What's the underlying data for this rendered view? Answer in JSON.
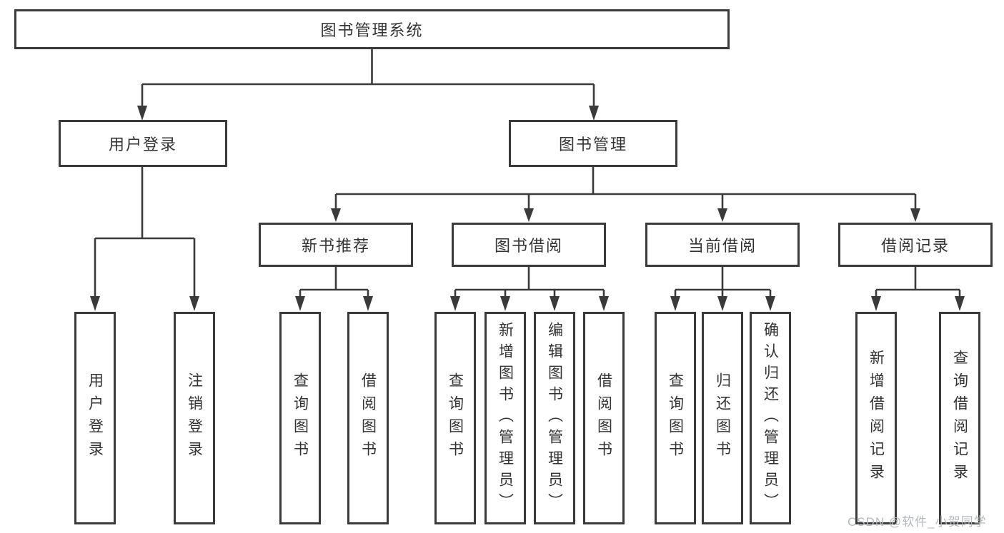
{
  "diagram": {
    "root": {
      "label": "图书管理系统"
    },
    "branches": {
      "user_login": {
        "label": "用户登录"
      },
      "book_mgmt": {
        "label": "图书管理"
      }
    },
    "sections": {
      "new_books": {
        "label": "新书推荐"
      },
      "book_borrow": {
        "label": "图书借阅"
      },
      "current_borrow": {
        "label": "当前借阅"
      },
      "borrow_records": {
        "label": "借阅记录"
      }
    },
    "leaves": {
      "user_login": [
        "用户登录",
        "注销登录"
      ],
      "new_books": [
        "查询图书",
        "借阅图书"
      ],
      "book_borrow": [
        "查询图书",
        "新增图书（管理员）",
        "编辑图书（管理员）",
        "借阅图书"
      ],
      "current_borrow": [
        "查询图书",
        "归还图书",
        "确认归还（管理员）"
      ],
      "borrow_records": [
        "新增借阅记录",
        "查询借阅记录"
      ]
    }
  },
  "watermark": {
    "text": "CSDN @软件_小贺同学"
  },
  "colors": {
    "line": "#3a3a3a",
    "text": "#333333",
    "watermark": "#b5b8bb",
    "background": "#ffffff"
  }
}
